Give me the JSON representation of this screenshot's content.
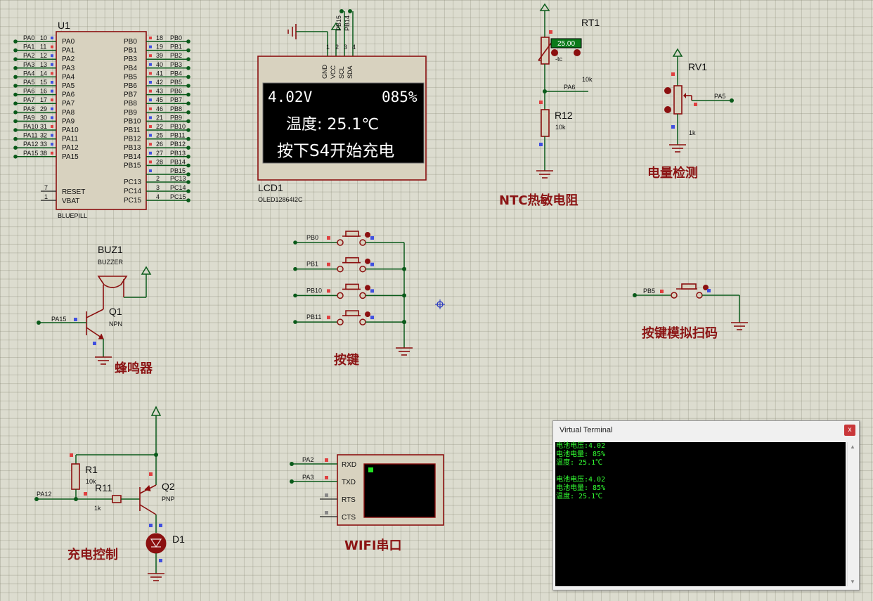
{
  "mcu": {
    "ref": "U1",
    "type": "BLUEPILL",
    "left_pins": [
      {
        "net": "PA0",
        "num": "10",
        "name": "PA0"
      },
      {
        "net": "PA1",
        "num": "11",
        "name": "PA1"
      },
      {
        "net": "PA2",
        "num": "12",
        "name": "PA2"
      },
      {
        "net": "PA3",
        "num": "13",
        "name": "PA3"
      },
      {
        "net": "PA4",
        "num": "14",
        "name": "PA4"
      },
      {
        "net": "PA5",
        "num": "15",
        "name": "PA5"
      },
      {
        "net": "PA6",
        "num": "16",
        "name": "PA6"
      },
      {
        "net": "PA7",
        "num": "17",
        "name": "PA7"
      },
      {
        "net": "PA8",
        "num": "29",
        "name": "PA8"
      },
      {
        "net": "PA9",
        "num": "30",
        "name": "PA9"
      },
      {
        "net": "PA10",
        "num": "31",
        "name": "PA10"
      },
      {
        "net": "PA11",
        "num": "32",
        "name": "PA11"
      },
      {
        "net": "PA12",
        "num": "33",
        "name": "PA12"
      },
      {
        "net": "PA15",
        "num": "38",
        "name": "PA15"
      }
    ],
    "right_pins": [
      {
        "net": "PB0",
        "num": "18",
        "name": "PB0"
      },
      {
        "net": "PB1",
        "num": "19",
        "name": "PB1"
      },
      {
        "net": "PB2",
        "num": "39",
        "name": "PB3"
      },
      {
        "net": "PB3",
        "num": "40",
        "name": "PB4"
      },
      {
        "net": "PB4",
        "num": "41",
        "name": "PB5"
      },
      {
        "net": "PB5",
        "num": "42",
        "name": "PB6"
      },
      {
        "net": "PB6",
        "num": "43",
        "name": "PB7"
      },
      {
        "net": "PB7",
        "num": "45",
        "name": "PB8"
      },
      {
        "net": "PB8",
        "num": "46",
        "name": "PB9"
      },
      {
        "net": "PB9",
        "num": "21",
        "name": "PB10"
      },
      {
        "net": "PB10",
        "num": "22",
        "name": "PB11"
      },
      {
        "net": "PB11",
        "num": "25",
        "name": "PB12"
      },
      {
        "net": "PB12",
        "num": "26",
        "name": "PB13"
      },
      {
        "net": "PB13",
        "num": "27",
        "name": "PB14"
      },
      {
        "net": "PB14",
        "num": "28",
        "name": "PB15"
      },
      {
        "net": "PB15",
        "num": "",
        "name": ""
      }
    ],
    "right_pins_c": [
      {
        "net": "PC13",
        "num": "2",
        "name": "PC13"
      },
      {
        "net": "PC14",
        "num": "3",
        "name": "PC14"
      },
      {
        "net": "PC15",
        "num": "4",
        "name": "PC15"
      }
    ],
    "reset_num": "7",
    "reset_name": "RESET",
    "vbat_num": "1",
    "vbat_name": "VBAT"
  },
  "lcd": {
    "ref": "LCD1",
    "type": "OLED12864I2C",
    "pins": [
      "GND",
      "VCC",
      "SCL",
      "SDA"
    ],
    "pin_nums": [
      "1",
      "2",
      "3",
      "4"
    ],
    "top_labels": [
      "PB15",
      "PB14"
    ],
    "line1_left": "4.02V",
    "line1_right": "085%",
    "line2": "温度: 25.1℃",
    "line3": "按下S4开始充电"
  },
  "ntc": {
    "ref": "RT1",
    "temp": "25.00",
    "unit": "-tc",
    "net": "PA6",
    "r12_ref": "R12",
    "r12_val": "10k",
    "rt_val": "10k",
    "title": "NTC热敏电阻"
  },
  "battery": {
    "ref": "RV1",
    "val": "1k",
    "net": "PA5",
    "title": "电量检测"
  },
  "buzzer": {
    "ref": "BUZ1",
    "type": "BUZZER",
    "q_ref": "Q1",
    "q_type": "NPN",
    "net": "PA15",
    "title": "蜂鸣器"
  },
  "keys": {
    "nets": [
      "PB0",
      "PB1",
      "PB10",
      "PB11"
    ],
    "title": "按键"
  },
  "keyscan": {
    "net": "PB5",
    "title": "按键模拟扫码"
  },
  "charge": {
    "r1_ref": "R1",
    "r1_val": "10k",
    "r11_ref": "R11",
    "r11_val": "1k",
    "q_ref": "Q2",
    "q_type": "PNP",
    "d_ref": "D1",
    "net": "PA12",
    "title": "充电控制"
  },
  "wifi": {
    "pins": [
      "RXD",
      "TXD",
      "RTS",
      "CTS"
    ],
    "nets": [
      "PA2",
      "PA3"
    ],
    "title": "WIFI串口"
  },
  "terminal": {
    "title": "Virtual Terminal",
    "close": "x",
    "lines": [
      "电池电压:4.02",
      "电池电量: 85%",
      "温度: 25.1℃",
      "",
      "电池电压:4.02",
      "电池电量: 85%",
      "温度: 25.1℃"
    ]
  }
}
